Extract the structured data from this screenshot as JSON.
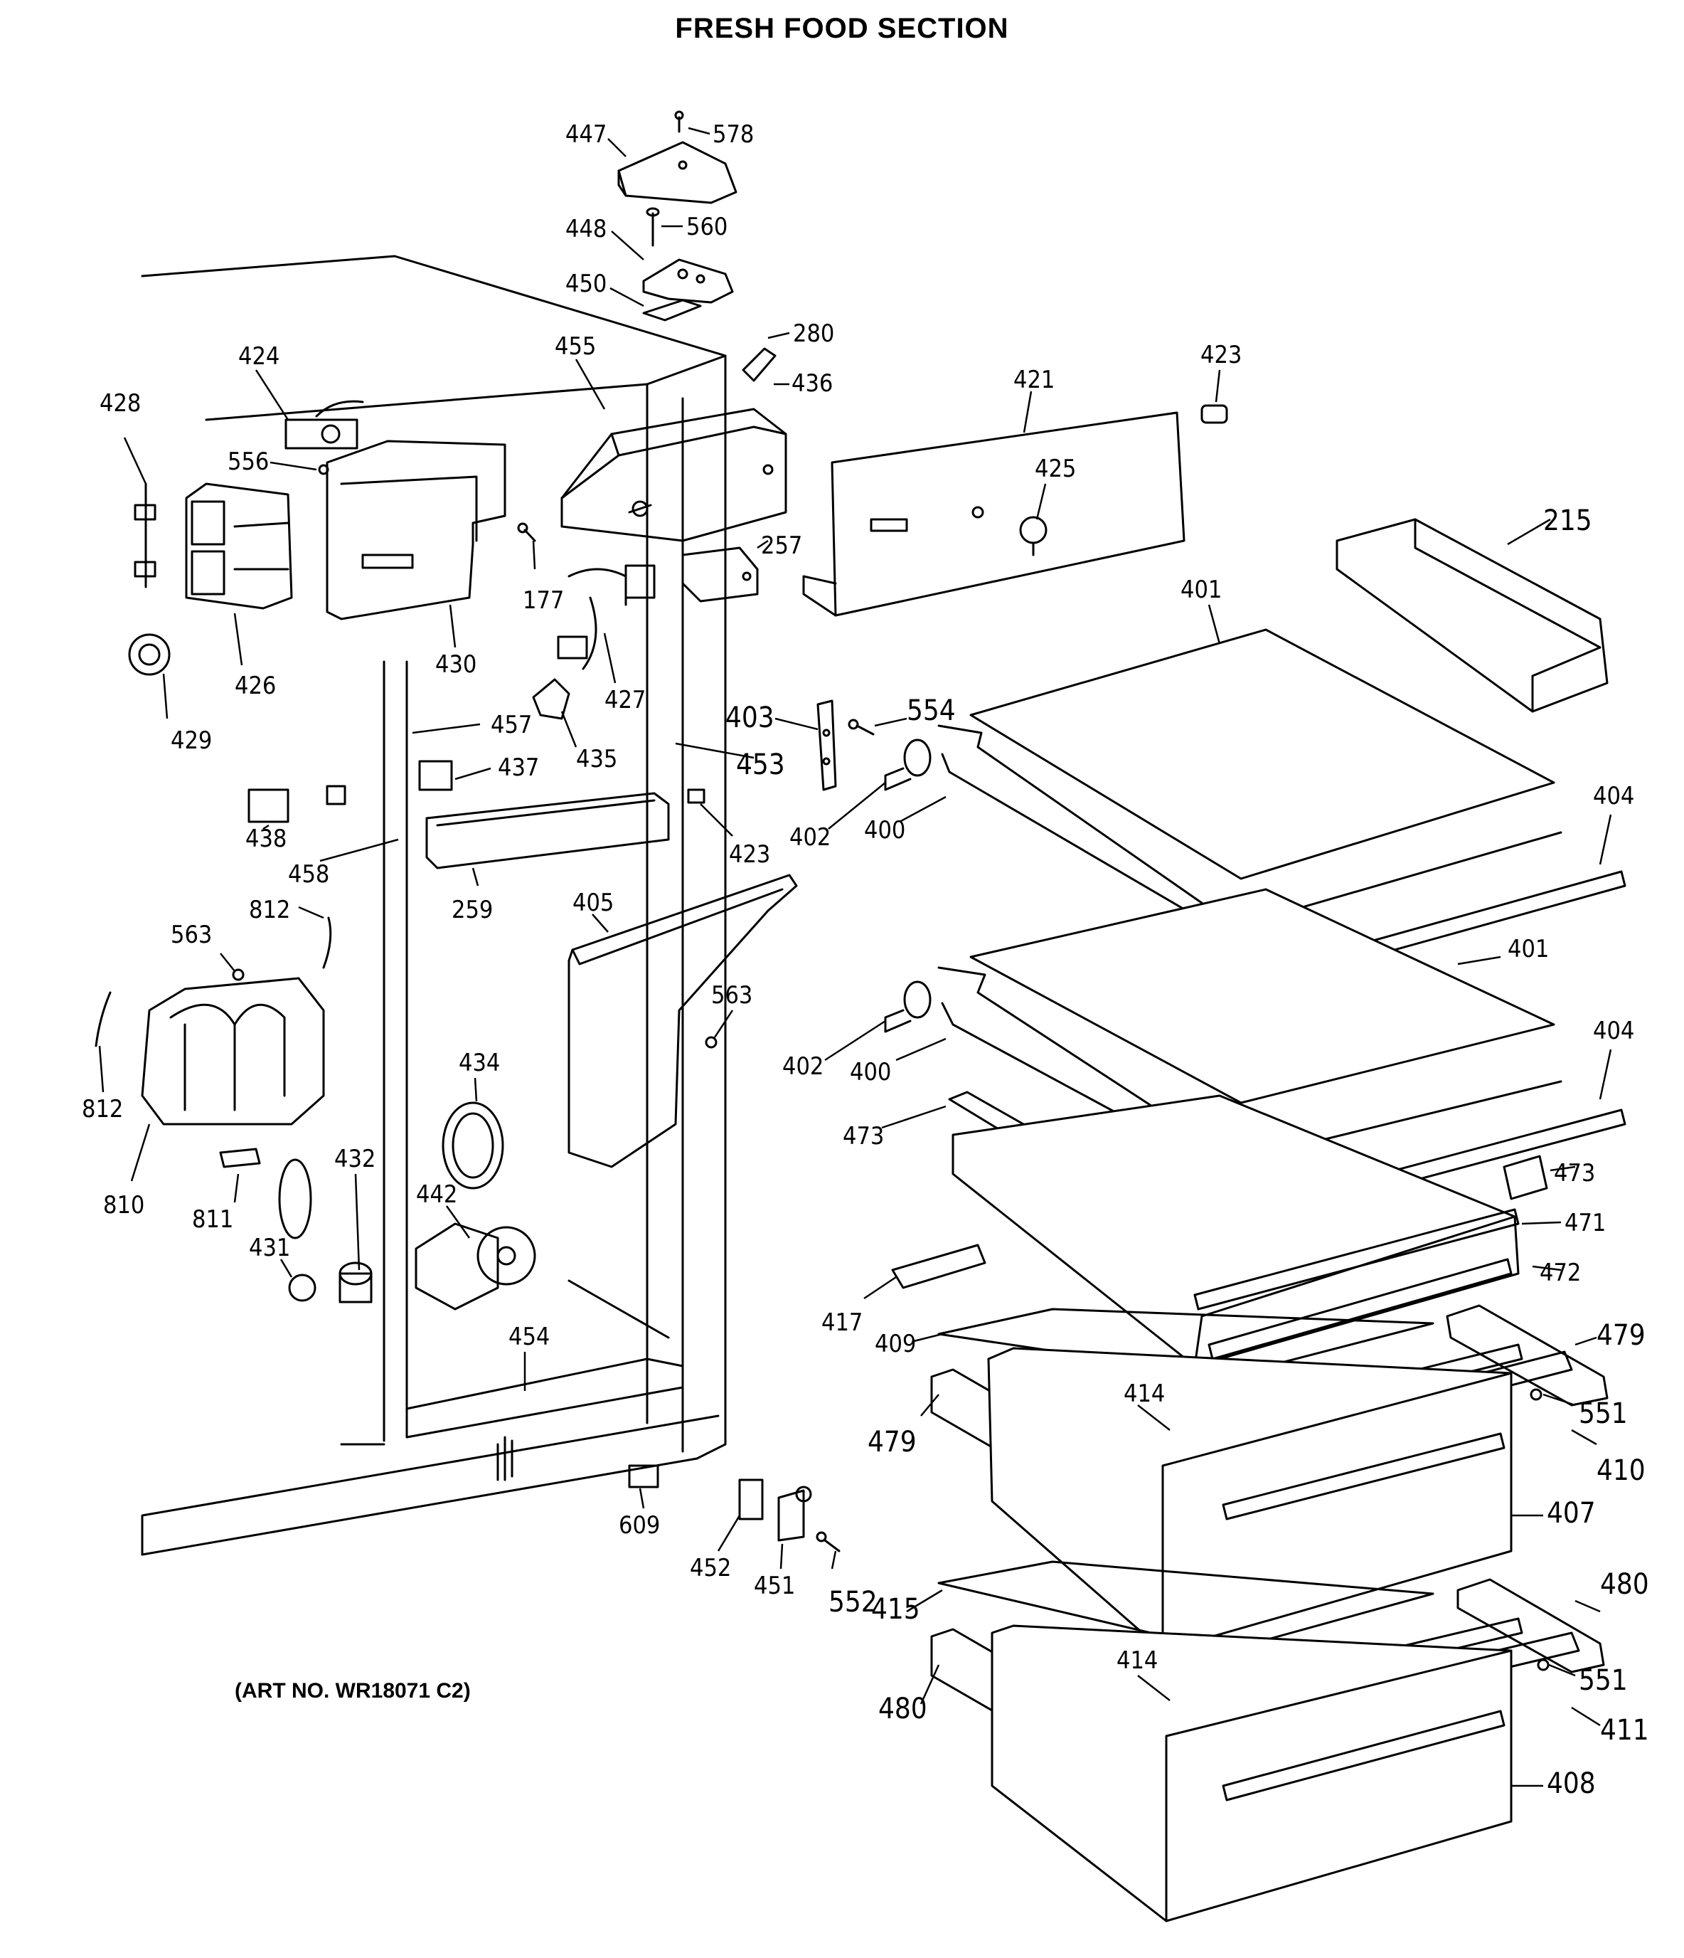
{
  "title": "FRESH FOOD SECTION",
  "art_number": "(ART NO. WR18071 C2)",
  "callouts": [
    {
      "id": "447",
      "label": "447"
    },
    {
      "id": "578",
      "label": "578"
    },
    {
      "id": "448",
      "label": "448"
    },
    {
      "id": "560",
      "label": "560"
    },
    {
      "id": "450",
      "label": "450"
    },
    {
      "id": "280",
      "label": "280"
    },
    {
      "id": "455",
      "label": "455"
    },
    {
      "id": "436",
      "label": "436"
    },
    {
      "id": "421",
      "label": "421"
    },
    {
      "id": "423a",
      "label": "423"
    },
    {
      "id": "424",
      "label": "424"
    },
    {
      "id": "428",
      "label": "428"
    },
    {
      "id": "556",
      "label": "556"
    },
    {
      "id": "425",
      "label": "425"
    },
    {
      "id": "215",
      "label": "215"
    },
    {
      "id": "257",
      "label": "257"
    },
    {
      "id": "177",
      "label": "177"
    },
    {
      "id": "426",
      "label": "426"
    },
    {
      "id": "430",
      "label": "430"
    },
    {
      "id": "427",
      "label": "427"
    },
    {
      "id": "401a",
      "label": "401"
    },
    {
      "id": "429",
      "label": "429"
    },
    {
      "id": "457",
      "label": "457"
    },
    {
      "id": "435",
      "label": "435"
    },
    {
      "id": "403",
      "label": "403"
    },
    {
      "id": "554",
      "label": "554"
    },
    {
      "id": "453",
      "label": "453"
    },
    {
      "id": "437",
      "label": "437"
    },
    {
      "id": "423b",
      "label": "423"
    },
    {
      "id": "402a",
      "label": "402"
    },
    {
      "id": "400a",
      "label": "400"
    },
    {
      "id": "404a",
      "label": "404"
    },
    {
      "id": "438",
      "label": "438"
    },
    {
      "id": "458",
      "label": "458"
    },
    {
      "id": "259",
      "label": "259"
    },
    {
      "id": "812a",
      "label": "812"
    },
    {
      "id": "405",
      "label": "405"
    },
    {
      "id": "563a",
      "label": "563"
    },
    {
      "id": "401b",
      "label": "401"
    },
    {
      "id": "563b",
      "label": "563"
    },
    {
      "id": "404b",
      "label": "404"
    },
    {
      "id": "812b",
      "label": "812"
    },
    {
      "id": "434",
      "label": "434"
    },
    {
      "id": "402b",
      "label": "402"
    },
    {
      "id": "400b",
      "label": "400"
    },
    {
      "id": "473a",
      "label": "473"
    },
    {
      "id": "473b",
      "label": "473"
    },
    {
      "id": "810",
      "label": "810"
    },
    {
      "id": "432",
      "label": "432"
    },
    {
      "id": "442",
      "label": "442"
    },
    {
      "id": "471",
      "label": "471"
    },
    {
      "id": "811",
      "label": "811"
    },
    {
      "id": "431",
      "label": "431"
    },
    {
      "id": "472",
      "label": "472"
    },
    {
      "id": "417",
      "label": "417"
    },
    {
      "id": "409",
      "label": "409"
    },
    {
      "id": "454",
      "label": "454"
    },
    {
      "id": "479a",
      "label": "479"
    },
    {
      "id": "414a",
      "label": "414"
    },
    {
      "id": "551a",
      "label": "551"
    },
    {
      "id": "479b",
      "label": "479"
    },
    {
      "id": "410",
      "label": "410"
    },
    {
      "id": "407",
      "label": "407"
    },
    {
      "id": "609",
      "label": "609"
    },
    {
      "id": "452",
      "label": "452"
    },
    {
      "id": "451",
      "label": "451"
    },
    {
      "id": "552",
      "label": "552"
    },
    {
      "id": "415",
      "label": "415"
    },
    {
      "id": "480a",
      "label": "480"
    },
    {
      "id": "414b",
      "label": "414"
    },
    {
      "id": "551b",
      "label": "551"
    },
    {
      "id": "480b",
      "label": "480"
    },
    {
      "id": "411",
      "label": "411"
    },
    {
      "id": "408",
      "label": "408"
    }
  ]
}
